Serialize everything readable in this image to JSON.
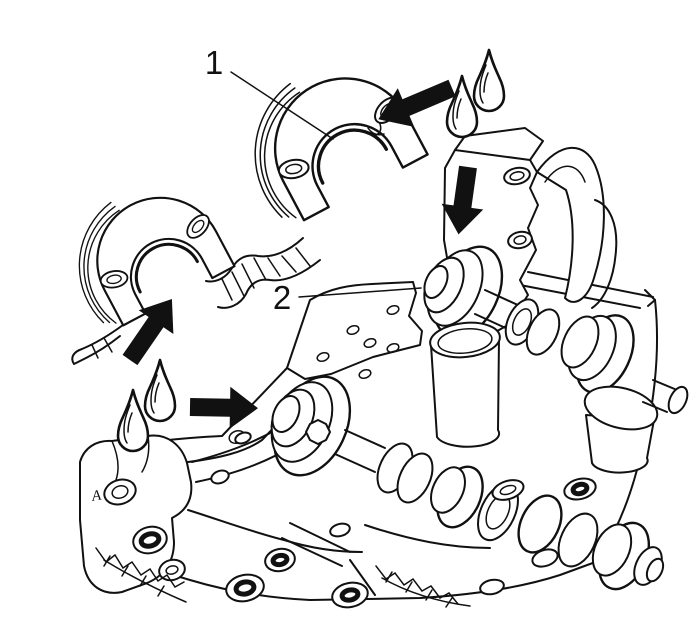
{
  "figure": {
    "background_color": "#ffffff",
    "line_color": "#111111",
    "callouts": [
      {
        "label": "1",
        "target": "camshaft-bearing-caps"
      },
      {
        "label": "2",
        "target": "camshaft-front-journal"
      }
    ],
    "cast_mark": "A",
    "oil_drops": {
      "upper_right_count": 2,
      "lower_left_count": 2
    },
    "arrows": [
      "toward-upper-bearing-cap",
      "down-toward-camshaft-journal",
      "up-toward-lower-bearing-cap",
      "right-toward-front-journal"
    ]
  }
}
